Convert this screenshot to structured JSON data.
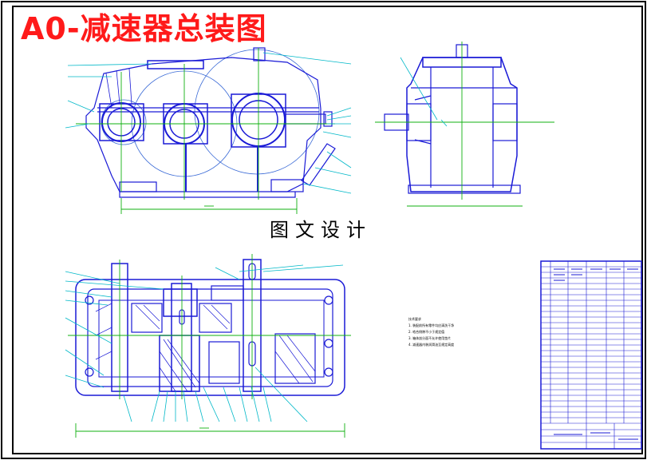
{
  "title": "A0-减速器总装图",
  "subtitle": "图文设计",
  "technical_notes": {
    "heading": "技术要求",
    "lines": [
      "1. 装配前所有零件均应清洗干净",
      "2. 啮合侧隙不小于规定值",
      "3. 箱体剖分面不允许使用垫片",
      "4. 减速器内装润滑油至规定高度"
    ]
  },
  "colors": {
    "title_red": "#ff1a1a",
    "drawing_blue": "#1a1ad6",
    "centerline_green": "#10b010",
    "leader_cyan": "#00b8c8",
    "frame_black": "#000000"
  }
}
